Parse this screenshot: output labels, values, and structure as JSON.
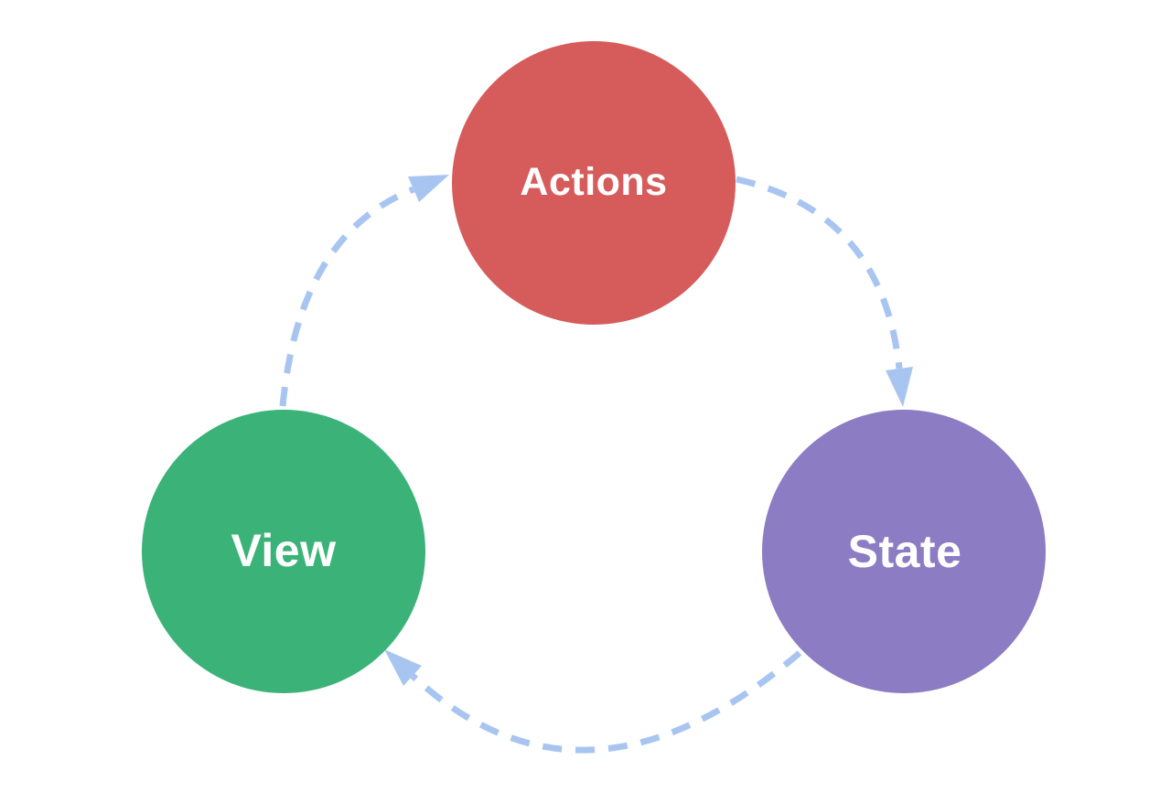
{
  "diagram": {
    "background_color": "#ffffff",
    "arrow_color": "#a8c5f2",
    "label_color": "#ffffff",
    "nodes": {
      "actions": {
        "label": "Actions",
        "color": "#d65c5c"
      },
      "state": {
        "label": "State",
        "color": "#8c7cc3"
      },
      "view": {
        "label": "View",
        "color": "#3bb378"
      }
    },
    "edges": [
      {
        "from": "Actions",
        "to": "State"
      },
      {
        "from": "State",
        "to": "View"
      },
      {
        "from": "View",
        "to": "Actions"
      }
    ]
  }
}
